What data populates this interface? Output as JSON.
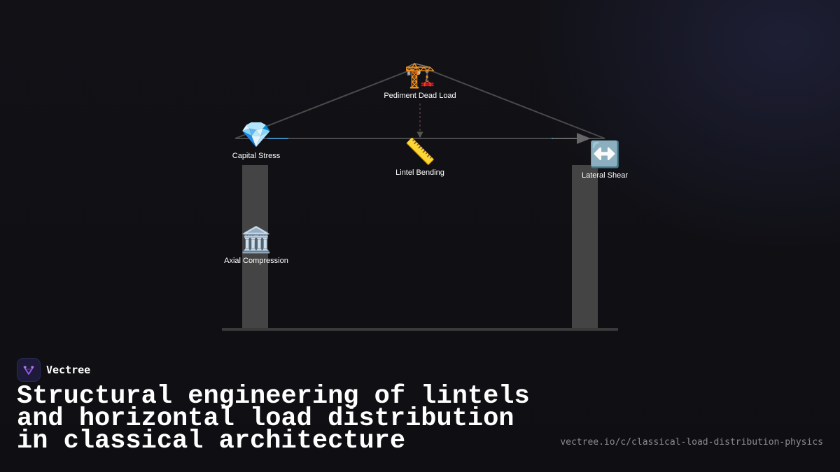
{
  "diagram": {
    "nodes": {
      "pediment": {
        "icon": "🏗️",
        "icon_name": "construction-crane-icon",
        "label": "Pediment Dead Load"
      },
      "capital": {
        "icon": "💎",
        "icon_name": "gem-stone-icon",
        "label": "Capital Stress"
      },
      "lintel": {
        "icon": "📏",
        "icon_name": "straight-ruler-icon",
        "label": "Lintel Bending"
      },
      "lateral": {
        "icon": "↔️",
        "icon_name": "left-right-arrow-icon",
        "label": "Lateral Shear"
      },
      "axial": {
        "icon": "🏛️",
        "icon_name": "classical-building-icon",
        "label": "Axial Compression"
      }
    },
    "colors": {
      "structure": "#444444",
      "accent": "#3d8ab8",
      "arrow": "#666666"
    }
  },
  "brand": {
    "name": "Vectree",
    "logo_icon": "vectree-logo-icon",
    "logo_color": "#9a5ce6"
  },
  "headline": "Structural engineering of lintels and horizontal load distribution in classical architecture",
  "url": "vectree.io/c/classical-load-distribution-physics"
}
